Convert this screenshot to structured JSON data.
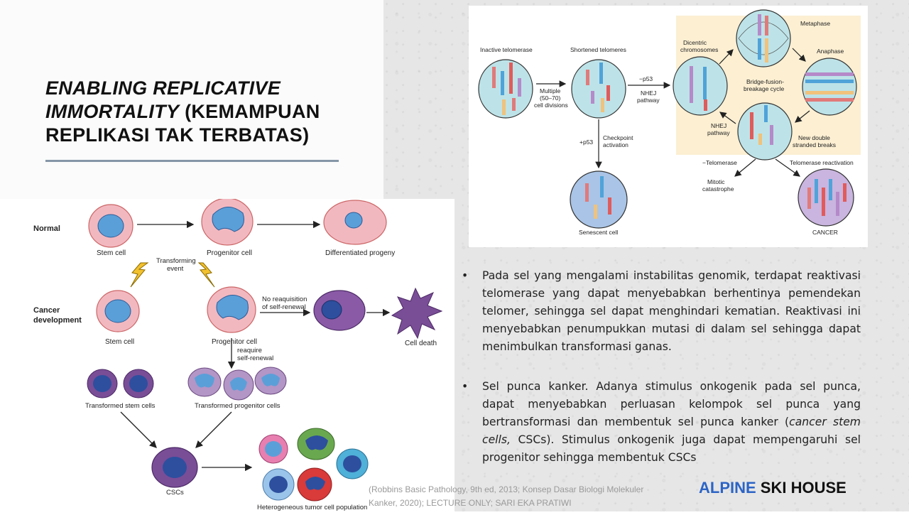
{
  "slide": {
    "title_italic": "ENABLING REPLICATIVE IMMORTALITY",
    "title_rest": " (KEMAMPUAN REPLIKASI TAK TERBATAS)",
    "bullet1": "Pada sel yang mengalami instabilitas genomik, terdapat reaktivasi telomerase yang dapat menyebabkan berhentinya pemendekan telomer, sehingga sel dapat menghindari kematian. Reaktivasi ini menyebabkan penumpukkan mutasi di dalam sel sehingga dapat menimbulkan transformasi ganas.",
    "bullet2_a": "Sel punca kanker. Adanya stimulus onkogenik pada sel punca, dapat menyebabkan perluasan kelompok sel punca yang bertransformasi dan membentuk sel punca kanker (",
    "bullet2_italic": "cancer stem cells,",
    "bullet2_b": " CSCs). Stimulus onkogenik juga dapat mempengaruhi sel progenitor sehingga membentuk CSCs",
    "citation": "(Robbins Basic Pathology, 9th ed, 2013; Konsep Dasar Biologi Molekuler Kanker, 2020); LECTURE ONLY; SARI EKA PRATIWI",
    "brand_accent": "ALPINE",
    "brand_rest": " SKI HOUSE"
  },
  "stem_figure": {
    "row_normal": "Normal",
    "row_cancer_1": "Cancer",
    "row_cancer_2": "development",
    "stem_cell": "Stem cell",
    "progenitor_cell": "Progenitor cell",
    "differentiated": "Differentiated progeny",
    "transforming_1": "Transforming",
    "transforming_2": "event",
    "stem_cell_2": "Stem cell",
    "progenitor_cell_2": "Progenitor cell",
    "no_reacq_1": "No reaquisition",
    "no_reacq_2": "of self-renewal",
    "cell_death": "Cell death",
    "reacquire_1": "reaquire",
    "reacquire_2": "self-renewal",
    "transformed_stem": "Transformed stem cells",
    "transformed_prog": "Transformed progenitor cells",
    "cscs": "CSCs",
    "heterogeneous": "Heterogeneous tumor cell population"
  },
  "telomere_figure": {
    "inactive": "Inactive telomerase",
    "shortened": "Shortened telomeres",
    "multiple_1": "Multiple",
    "multiple_2": "(50–70)",
    "multiple_3": "cell divisions",
    "minus_p53": "−p53",
    "nhej_1": "NHEJ",
    "nhej_2": "pathway",
    "dicentric_1": "Dicentric",
    "dicentric_2": "chromosomes",
    "metaphase": "Metaphase",
    "anaphase": "Anaphase",
    "bfb_1": "Bridge-fusion-",
    "bfb_2": "breakage cycle",
    "nhej2_1": "NHEJ",
    "nhej2_2": "pathway",
    "new_double_1": "New double",
    "new_double_2": "stranded breaks",
    "plus_p53": "+p53",
    "checkpoint_1": "Checkpoint",
    "checkpoint_2": "activation",
    "minus_telomerase": "−Telomerase",
    "telomerase_react": "Telomerase reactivation",
    "mitotic_1": "Mitotic",
    "mitotic_2": "catastrophe",
    "senescent": "Senescent cell",
    "cancer": "CANCER"
  },
  "colors": {
    "accent_brand": "#2c64c6",
    "stem_cell_pink": "#f2b8c0",
    "cell_teal": "#bde3e8",
    "cycle_box": "#fcefd2",
    "transformed_purple": "#7a4d97"
  }
}
